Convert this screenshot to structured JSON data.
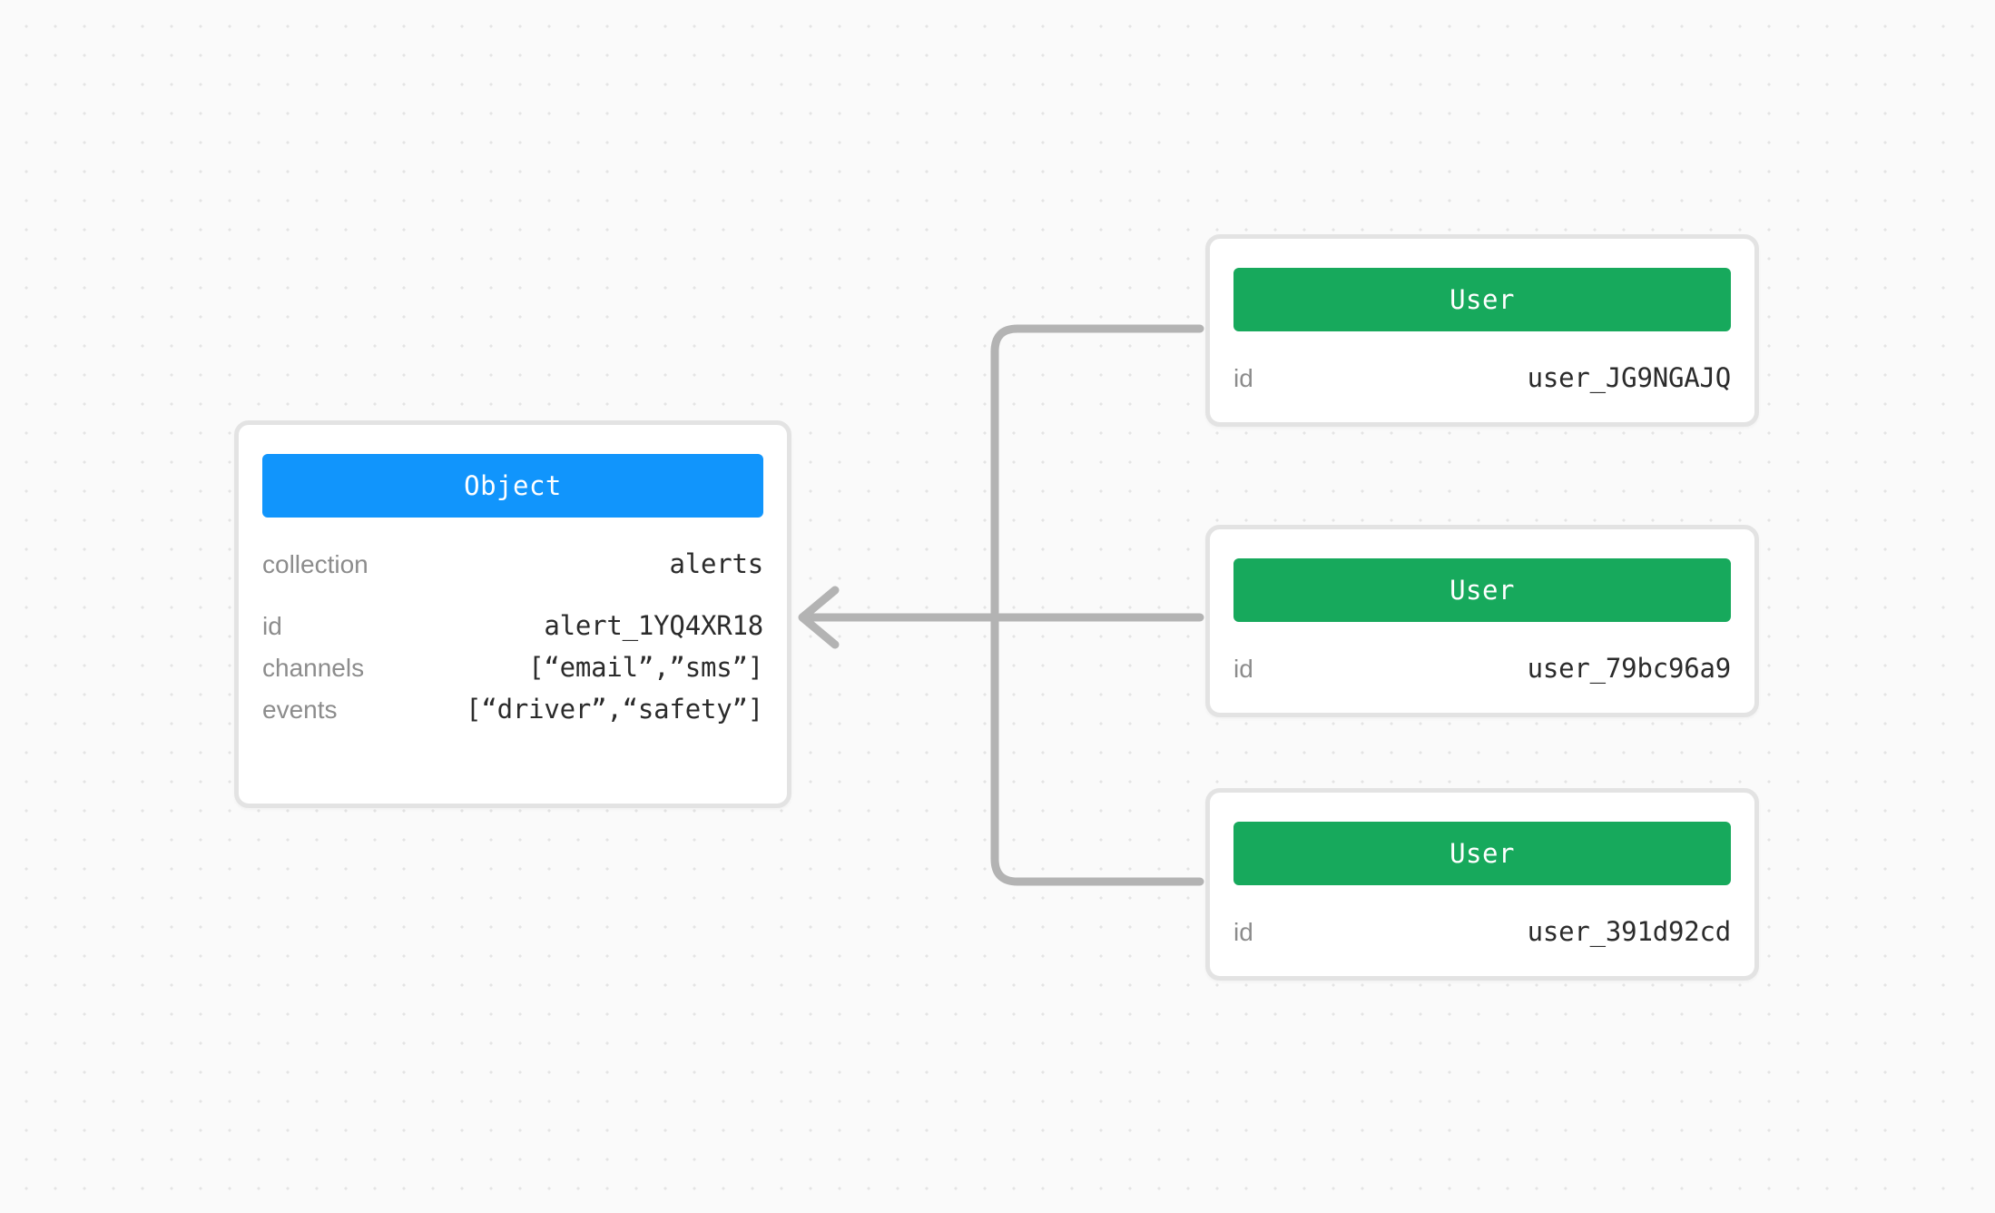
{
  "diagram": {
    "title": "Object and User entity relationship diagram",
    "background_color": "#fafafa",
    "dot_color": "#e4e4e4",
    "edge_color": "#b3b3b3",
    "colors": {
      "object_header": "#1195fc",
      "user_header": "#17a95c",
      "card_border": "#e3e3e3",
      "card_background": "#ffffff",
      "key_text": "#8c8c8c",
      "value_text": "#2b2b2b"
    }
  },
  "object_node": {
    "type_label": "Object",
    "header_color": "#1195fc",
    "primary_field": {
      "key": "collection",
      "value": "alerts"
    },
    "fields": [
      {
        "key": "id",
        "value": "alert_1YQ4XR18"
      },
      {
        "key": "channels",
        "value": "[“email”,”sms”]"
      },
      {
        "key": "events",
        "value": "[“driver”,“safety”]"
      }
    ]
  },
  "user_nodes": [
    {
      "type_label": "User",
      "header_color": "#17a95c",
      "fields": [
        {
          "key": "id",
          "value": "user_JG9NGAJQ"
        }
      ]
    },
    {
      "type_label": "User",
      "header_color": "#17a95c",
      "fields": [
        {
          "key": "id",
          "value": "user_79bc96a9"
        }
      ]
    },
    {
      "type_label": "User",
      "header_color": "#17a95c",
      "fields": [
        {
          "key": "id",
          "value": "user_391d92cd"
        }
      ]
    }
  ],
  "edges": [
    {
      "from": "user_JG9NGAJQ",
      "to": "alert_1YQ4XR18",
      "direction": "arrow"
    },
    {
      "from": "user_79bc96a9",
      "to": "alert_1YQ4XR18",
      "direction": "arrow"
    },
    {
      "from": "user_391d92cd",
      "to": "alert_1YQ4XR18",
      "direction": "arrow"
    }
  ]
}
